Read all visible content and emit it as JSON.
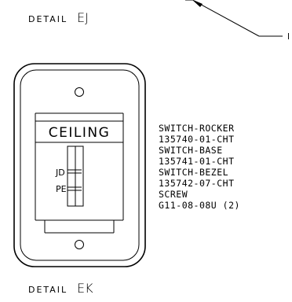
{
  "detail_top": {
    "prefix": "DETAIL",
    "letter": "EJ"
  },
  "leader_label": "l",
  "switch": {
    "label": "CEILING",
    "pos_1": "JD",
    "pos_2": "PE"
  },
  "parts": [
    {
      "name": "SWITCH-ROCKER",
      "number": "135740-01-CHT"
    },
    {
      "name": "SWITCH-BASE",
      "number": "135741-01-CHT"
    },
    {
      "name": "SWITCH-BEZEL",
      "number": "135742-07-CHT"
    },
    {
      "name": "SCREW",
      "number": "G11-08-08U (2)"
    }
  ],
  "detail_bottom": {
    "prefix": "DETAIL",
    "letter": "EK"
  }
}
